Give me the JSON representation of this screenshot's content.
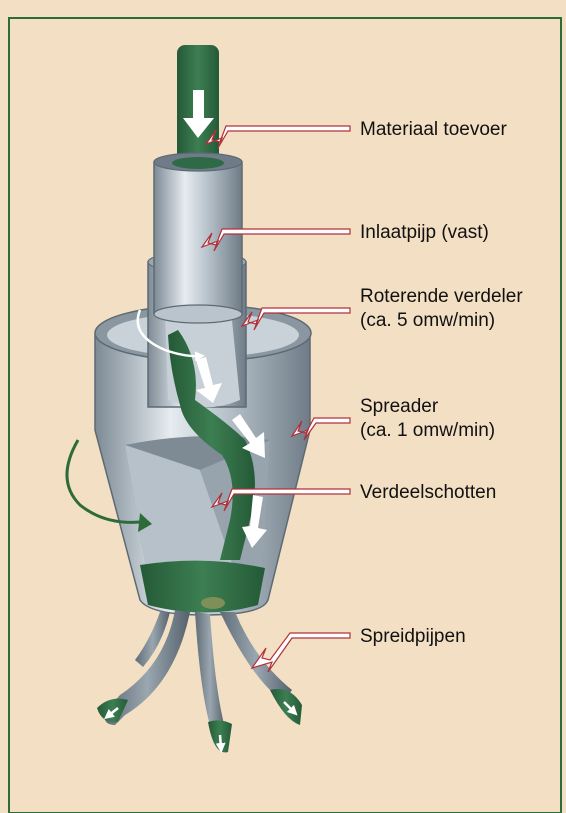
{
  "colors": {
    "background": "#f3dfc4",
    "border": "#2e6b3a",
    "material": "#2f6a46",
    "metal": "#a9b5bf",
    "arrow_pointer": "#b0303a"
  },
  "labels": {
    "material_feed": "Materiaal toevoer",
    "inlet_pipe": "Inlaatpijp (vast)",
    "rotating_distributor_line1": "Roterende verdeler",
    "rotating_distributor_line2": "(ca. 5 omw/min)",
    "spreader_line1": "Spreader",
    "spreader_line2": "(ca. 1 omw/min)",
    "baffles": "Verdeelschotten",
    "spread_pipes": "Spreidpijpen"
  }
}
